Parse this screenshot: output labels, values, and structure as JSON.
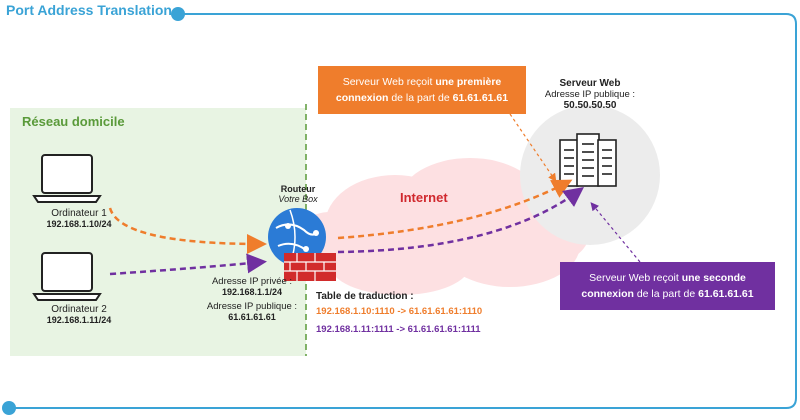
{
  "title": "Port Address Translation",
  "home_network": {
    "label": "Réseau domicile"
  },
  "computer1": {
    "name": "Ordinateur 1",
    "ip": "192.168.1.10/24"
  },
  "computer2": {
    "name": "Ordinateur 2",
    "ip": "192.168.1.11/24"
  },
  "router": {
    "title": "Routeur",
    "subtitle": "Votre Box",
    "private_label": "Adresse IP privée :",
    "private_ip": "192.168.1.1/24",
    "public_label": "Adresse IP publique :",
    "public_ip": "61.61.61.61"
  },
  "internet": {
    "label": "Internet"
  },
  "server": {
    "title": "Serveur Web",
    "public_label": "Adresse IP publique :",
    "ip": "50.50.50.50"
  },
  "callout_first": {
    "pre": "Serveur Web reçoit ",
    "bold1": "une première",
    "bold2": "connexion",
    "mid": " de la part de ",
    "bold3": "61.61.61.61"
  },
  "callout_second": {
    "pre": "Serveur Web reçoit ",
    "bold1": "une seconde",
    "bold2": "connexion",
    "mid": " de la part de ",
    "bold3": "61.61.61.61"
  },
  "translation_table": {
    "title": "Table de traduction :",
    "rows": [
      "192.168.1.10:1110 -> 61.61.61.61:1110",
      "192.168.1.11:1111 -> 61.61.61.61:1111"
    ]
  },
  "colors": {
    "orange": "#ef7d2c",
    "purple": "#7030a0",
    "frame": "#3aa3d6",
    "home": "#5a9a3a",
    "internet": "#d0282e"
  }
}
